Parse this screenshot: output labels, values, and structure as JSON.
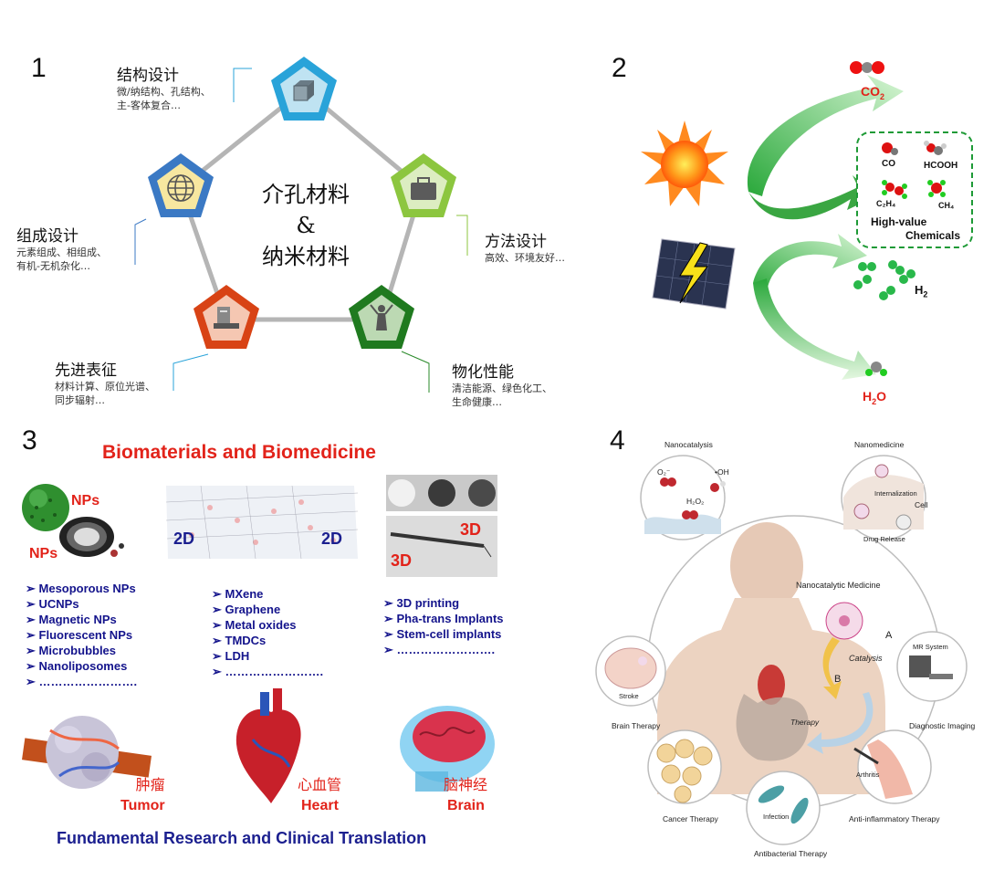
{
  "panel1": {
    "number": "1",
    "center": {
      "line1": "介孔材料",
      "line2": "&",
      "line3": "纳米材料"
    },
    "nodes": [
      {
        "title": "结构设计",
        "sub1": "微/纳结构、孔结构、",
        "sub2": "主-客体复合…",
        "color": "#29a3d9"
      },
      {
        "title": "方法设计",
        "sub1": "高效、环境友好…",
        "sub2": "",
        "color": "#8cc63f"
      },
      {
        "title": "物化性能",
        "sub1": "清洁能源、绿色化工、",
        "sub2": "生命健康…",
        "color": "#2a8a2a"
      },
      {
        "title": "先进表征",
        "sub1": "材料计算、原位光谱、",
        "sub2": "同步辐射…",
        "color": "#e05a1a"
      },
      {
        "title": "组成设计",
        "sub1": "元素组成、相组成、",
        "sub2": "有机-无机杂化…",
        "color": "#3b79c4"
      }
    ]
  },
  "panel2": {
    "number": "2",
    "co2": "CO",
    "co2_sub": "2",
    "h2o": "H",
    "h2o_sub": "2",
    "h2o_end": "O",
    "h2": "H",
    "h2_sub": "2",
    "box": {
      "co": "CO",
      "hcooh": "HCOOH",
      "c2h4": "C₂H₄",
      "ch4": "CH₄",
      "line1": "High-value",
      "line2": "Chemicals"
    }
  },
  "panel3": {
    "number": "3",
    "title": "Biomaterials and Biomedicine",
    "footer": "Fundamental Research and Clinical Translation",
    "nps": "NPs",
    "label2d": "2D",
    "label3d": "3D",
    "list_nps": [
      "Mesoporous NPs",
      "UCNPs",
      "Magnetic NPs",
      "Fluorescent NPs",
      "Microbubbles",
      "Nanoliposomes",
      "……………………."
    ],
    "list_2d": [
      "MXene",
      "Graphene",
      "Metal oxides",
      "TMDCs",
      "LDH",
      "……………………."
    ],
    "list_3d": [
      "3D printing",
      "Pha-trans Implants",
      "Stem-cell implants",
      "……………………."
    ],
    "organs": [
      {
        "cn": "肿瘤",
        "en": "Tumor"
      },
      {
        "cn": "心血管",
        "en": "Heart"
      },
      {
        "cn": "脑神经",
        "en": "Brain"
      }
    ]
  },
  "panel4": {
    "number": "4",
    "labels": {
      "nanocatalysis": "Nanocatalysis",
      "nanomedicine": "Nanomedicine",
      "internalization": "Internalization",
      "cell": "Cell",
      "drug_release": "Drug Release",
      "ncm": "Nanocatalytic Medicine",
      "a": "A",
      "b": "B",
      "catalysis": "Catalysis",
      "therapy": "Therapy",
      "stroke": "Stroke",
      "brain_therapy": "Brain Therapy",
      "mr_system": "MR System",
      "diagnostic_imaging": "Diagnostic Imaging",
      "arthritis": "Arthritis",
      "anti_inflammatory": "Anti-inflammatory Therapy",
      "infection": "Infection",
      "antibacterial": "Antibacterial Therapy",
      "cancer": "Cancer Therapy",
      "o2": "O₂⁻",
      "oh": "•OH",
      "h2o2": "H₂O₂"
    }
  }
}
